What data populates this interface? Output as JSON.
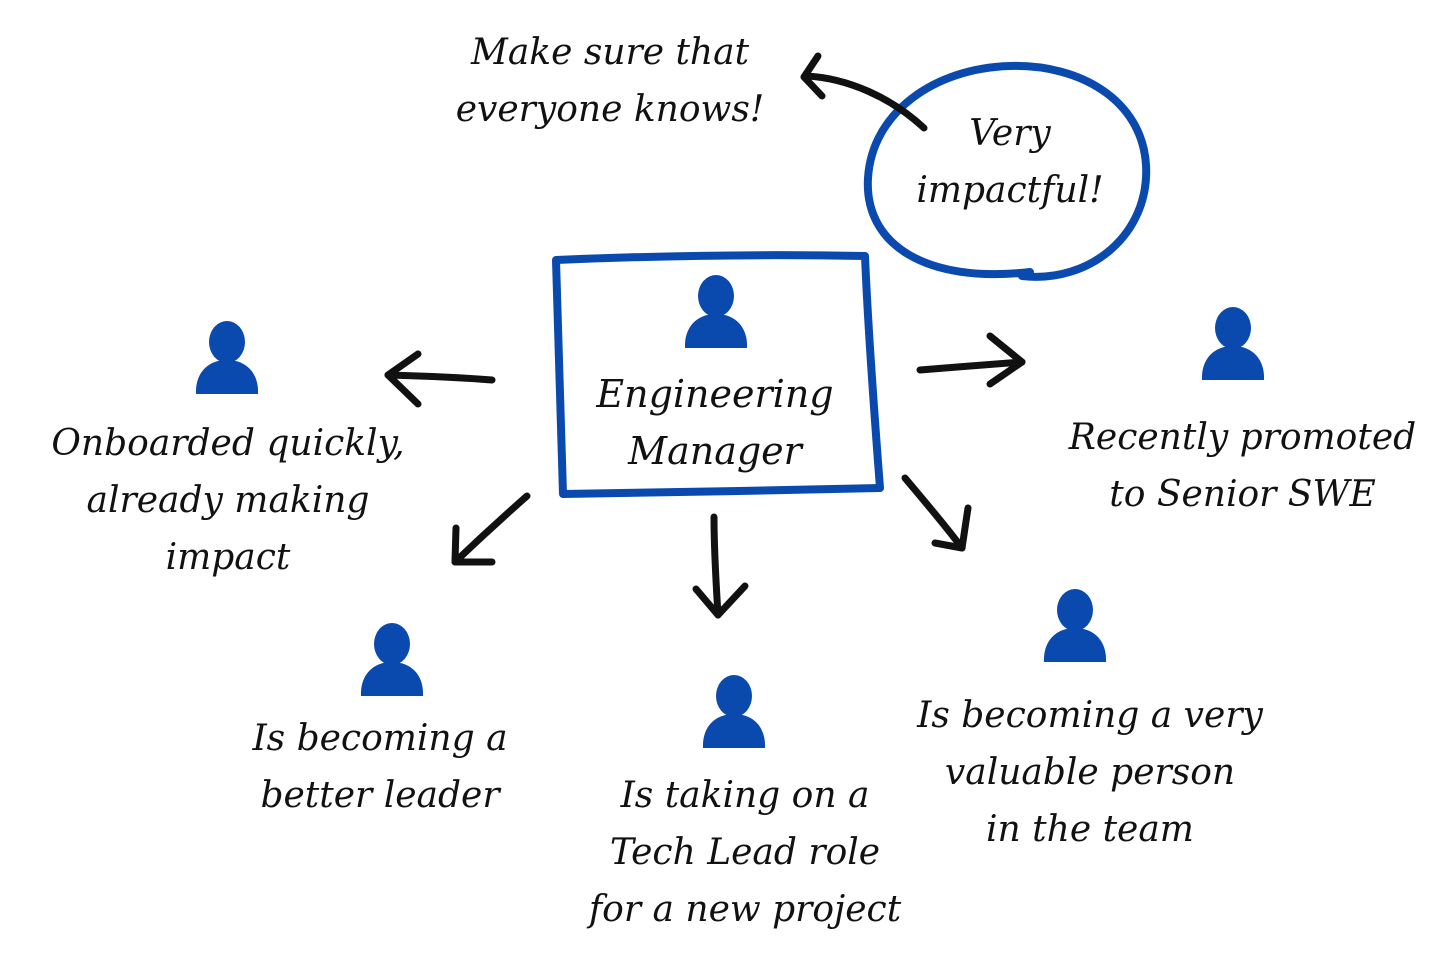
{
  "colors": {
    "accent": "#0a4aae",
    "ink": "#111111",
    "background": "#ffffff"
  },
  "icons": {
    "person": "person-icon",
    "arrow": "arrow-icon"
  },
  "manager": {
    "lines": [
      "Engineering",
      "Manager"
    ]
  },
  "callout": {
    "circle_lines": [
      "Very",
      "impactful!"
    ],
    "note_lines": [
      "Make sure that",
      "everyone knows!"
    ]
  },
  "reports": [
    {
      "id": "onboarded",
      "lines": [
        "Onboarded quickly,",
        "already making",
        "impact"
      ]
    },
    {
      "id": "leader",
      "lines": [
        "Is becoming a",
        "better leader"
      ]
    },
    {
      "id": "tech-lead",
      "lines": [
        "Is taking on a",
        "Tech Lead role",
        "for a new project"
      ]
    },
    {
      "id": "valuable",
      "lines": [
        "Is becoming a very",
        "valuable person",
        "in the team"
      ]
    },
    {
      "id": "promoted",
      "lines": [
        "Recently promoted",
        "to Senior SWE"
      ]
    }
  ]
}
